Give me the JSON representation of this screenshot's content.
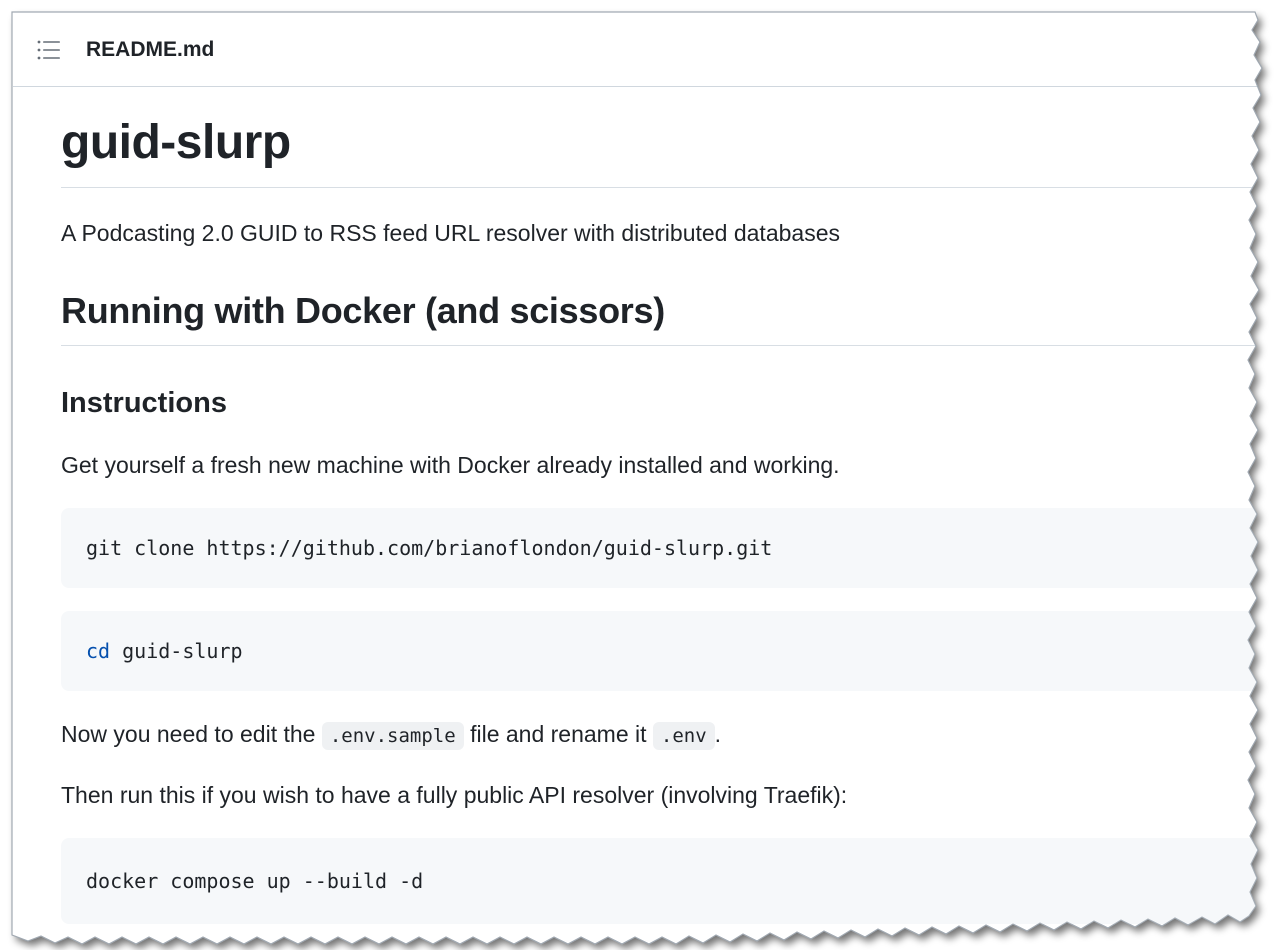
{
  "file_header": {
    "file_name": "README.md",
    "outline_icon": "list-unordered-icon"
  },
  "readme": {
    "title": "guid-slurp",
    "description": "A Podcasting 2.0 GUID to RSS feed URL resolver with distributed databases",
    "section_heading": "Running with Docker (and scissors)",
    "subsection_heading": "Instructions",
    "fresh_machine_text": "Get yourself a fresh new machine with Docker already installed and working.",
    "code_clone": "git clone https://github.com/brianoflondon/guid-slurp.git",
    "code_cd_keyword": "cd",
    "code_cd_arg": " guid-slurp",
    "edit_text_before": "Now you need to edit the ",
    "edit_code_1": ".env.sample",
    "edit_text_middle": " file and rename it ",
    "edit_code_2": ".env",
    "edit_text_after": ".",
    "run_text": "Then run this if you wish to have a fully public API resolver (involving Traefik):",
    "code_compose": "docker compose up --build -d"
  },
  "colors": {
    "text": "#1f2328",
    "code_background": "#f6f8fa",
    "keyword": "#0550ae",
    "border": "#d0d7de"
  }
}
